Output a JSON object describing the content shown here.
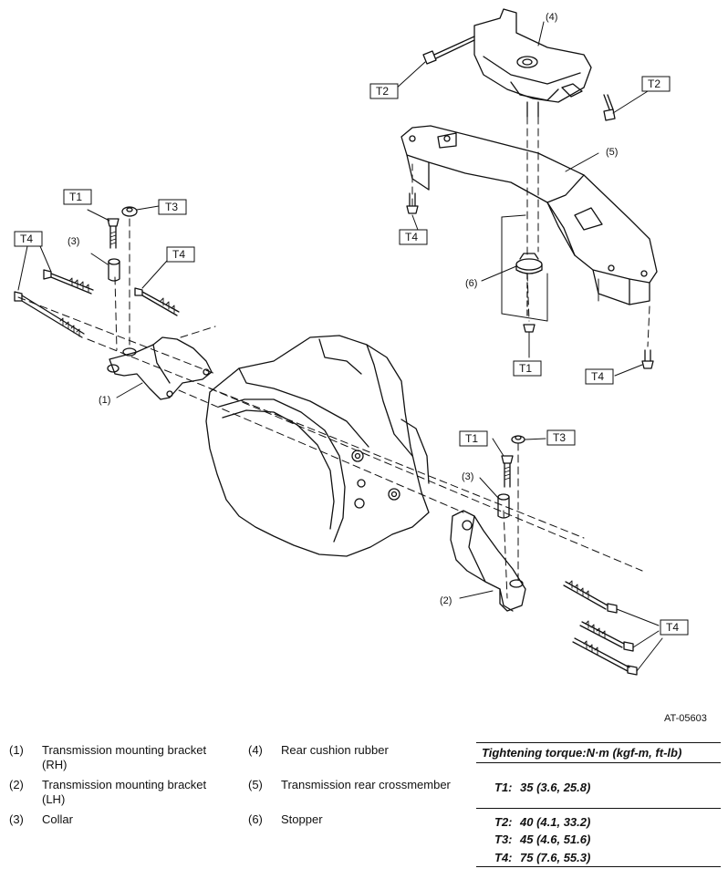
{
  "figure_code": "AT-05603",
  "callouts": {
    "t1a": "T1",
    "t1b": "T1",
    "t1c": "T1",
    "t2a": "T2",
    "t2b": "T2",
    "t3a": "T3",
    "t3b": "T3",
    "t4a": "T4",
    "t4b": "T4",
    "t4c": "T4",
    "t4d": "T4",
    "t4e": "T4",
    "p1": "(1)",
    "p2": "(2)",
    "p3a": "(3)",
    "p3b": "(3)",
    "p4": "(4)",
    "p5": "(5)",
    "p6": "(6)"
  },
  "legend": [
    {
      "num": "(1)",
      "line1": "Transmission mounting bracket",
      "line2": "(RH)"
    },
    {
      "num": "(2)",
      "line1": "Transmission mounting bracket",
      "line2": "(LH)"
    },
    {
      "num": "(3)",
      "line1": "Collar",
      "line2": ""
    },
    {
      "num": "(4)",
      "line1": "Rear cushion rubber",
      "line2": ""
    },
    {
      "num": "(5)",
      "line1": "Transmission rear crossmember",
      "line2": ""
    },
    {
      "num": "(6)",
      "line1": "Stopper",
      "line2": ""
    }
  ],
  "torque": {
    "title": "Tightening torque:N·m (kgf-m, ft-lb)",
    "rows": [
      {
        "key": "T1:",
        "value": "35 (3.6, 25.8)"
      },
      {
        "key": "T2:",
        "value": "40 (4.1, 33.2)"
      },
      {
        "key": "T3:",
        "value": "45 (4.6, 51.6)"
      },
      {
        "key": "T4:",
        "value": "75 (7.6, 55.3)"
      }
    ]
  }
}
